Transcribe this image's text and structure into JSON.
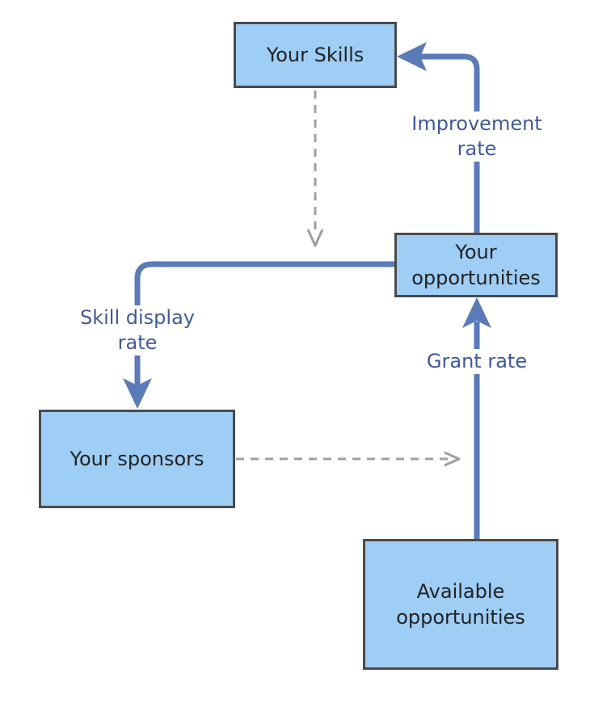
{
  "nodes": {
    "skills": "Your Skills",
    "opportunities": "Your\nopportunities",
    "sponsors": "Your sponsors",
    "available": "Available\nopportunities"
  },
  "edges": {
    "improvement_rate": "Improvement\nrate",
    "skill_display_rate": "Skill display\nrate",
    "grant_rate": "Grant rate"
  },
  "colors": {
    "box_fill": "#9ecdf5",
    "box_border": "#4a4a4a",
    "flow": "#5a7ab8",
    "dashed": "#a0a0a0",
    "label": "#3e5a9a"
  }
}
